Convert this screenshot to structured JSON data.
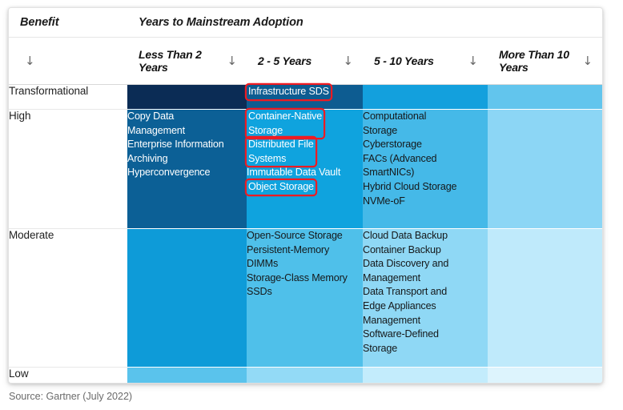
{
  "matrix": {
    "corner_header": "Benefit",
    "span_header": "Years to Mainstream Adoption",
    "sort_arrow": "↓",
    "columns": [
      {
        "key": "lt2",
        "label": "Less Than 2 Years"
      },
      {
        "key": "2to5",
        "label": "2 - 5 Years"
      },
      {
        "key": "5to10",
        "label": "5 - 10 Years"
      },
      {
        "key": "gt10",
        "label": "More Than 10 Years"
      }
    ],
    "rows": [
      {
        "benefit": "Transformational",
        "cells": [
          {
            "column": "lt2",
            "color": "#0b2c55",
            "text_color": "#ffffff",
            "items": []
          },
          {
            "column": "2to5",
            "color": "#0d5c91",
            "text_color": "#ffffff",
            "items": [
              {
                "label": "Infrastructure SDS",
                "highlight": true
              }
            ]
          },
          {
            "column": "5to10",
            "color": "#13a0dd",
            "text_color": "#ffffff",
            "items": []
          },
          {
            "column": "gt10",
            "color": "#62c5ed",
            "text_color": "#15181a",
            "items": []
          }
        ]
      },
      {
        "benefit": "High",
        "cells": [
          {
            "column": "lt2",
            "color": "#0c6096",
            "text_color": "#ffffff",
            "items": [
              {
                "label": "Copy Data",
                "highlight": false
              },
              {
                "label": "Management",
                "highlight": false
              },
              {
                "label": "Enterprise Information",
                "highlight": false
              },
              {
                "label": "Archiving",
                "highlight": false
              },
              {
                "label": "Hyperconvergence",
                "highlight": false
              }
            ]
          },
          {
            "column": "2to5",
            "color": "#0fa3de",
            "text_color": "#ffffff",
            "items": [
              {
                "label": "Container-Native",
                "highlight": true,
                "group": "a"
              },
              {
                "label": "Storage",
                "highlight": true,
                "group": "a"
              },
              {
                "label": "Distributed File",
                "highlight": true,
                "group": "b"
              },
              {
                "label": "Systems",
                "highlight": true,
                "group": "b"
              },
              {
                "label": "Immutable Data Vault",
                "highlight": false
              },
              {
                "label": "Object Storage",
                "highlight": true,
                "group": "c"
              }
            ]
          },
          {
            "column": "5to10",
            "color": "#45b9e8",
            "text_color": "#15181a",
            "items": [
              {
                "label": "Computational",
                "highlight": false
              },
              {
                "label": "Storage",
                "highlight": false
              },
              {
                "label": "Cyberstorage",
                "highlight": false
              },
              {
                "label": "FACs (Advanced",
                "highlight": false
              },
              {
                "label": "SmartNICs)",
                "highlight": false
              },
              {
                "label": "Hybrid Cloud Storage",
                "highlight": false
              },
              {
                "label": "NVMe-oF",
                "highlight": false
              }
            ]
          },
          {
            "column": "gt10",
            "color": "#8cd6f5",
            "text_color": "#15181a",
            "items": []
          }
        ]
      },
      {
        "benefit": "Moderate",
        "cells": [
          {
            "column": "lt2",
            "color": "#0e9bd8",
            "text_color": "#ffffff",
            "items": []
          },
          {
            "column": "2to5",
            "color": "#4fc0ea",
            "text_color": "#15181a",
            "items": [
              {
                "label": "Open-Source Storage",
                "highlight": false
              },
              {
                "label": "Persistent-Memory",
                "highlight": false
              },
              {
                "label": "DIMMs",
                "highlight": false
              },
              {
                "label": "Storage-Class Memory",
                "highlight": false
              },
              {
                "label": "SSDs",
                "highlight": false
              }
            ]
          },
          {
            "column": "5to10",
            "color": "#8fd8f5",
            "text_color": "#15181a",
            "items": [
              {
                "label": "Cloud Data Backup",
                "highlight": false
              },
              {
                "label": "Container Backup",
                "highlight": false
              },
              {
                "label": "Data Discovery and",
                "highlight": false
              },
              {
                "label": "Management",
                "highlight": false
              },
              {
                "label": "Data Transport and",
                "highlight": false
              },
              {
                "label": "Edge Appliances",
                "highlight": false
              },
              {
                "label": "Management",
                "highlight": false
              },
              {
                "label": "Software-Defined",
                "highlight": false
              },
              {
                "label": "Storage",
                "highlight": false
              }
            ]
          },
          {
            "column": "gt10",
            "color": "#bfeafb",
            "text_color": "#15181a",
            "items": []
          }
        ]
      },
      {
        "benefit": "Low",
        "cells": [
          {
            "column": "lt2",
            "color": "#5ac3ec",
            "text_color": "#15181a",
            "items": []
          },
          {
            "column": "2to5",
            "color": "#93daf6",
            "text_color": "#15181a",
            "items": []
          },
          {
            "column": "5to10",
            "color": "#c3ecfc",
            "text_color": "#15181a",
            "items": []
          },
          {
            "column": "gt10",
            "color": "#ddf4fd",
            "text_color": "#15181a",
            "items": []
          }
        ]
      }
    ]
  },
  "footer": {
    "source": "Source: Gartner (July 2022)"
  },
  "theme": {
    "highlight_color": "#ee1b22",
    "card_background": "#ffffff",
    "source_text_color": "#6b6b6b"
  }
}
